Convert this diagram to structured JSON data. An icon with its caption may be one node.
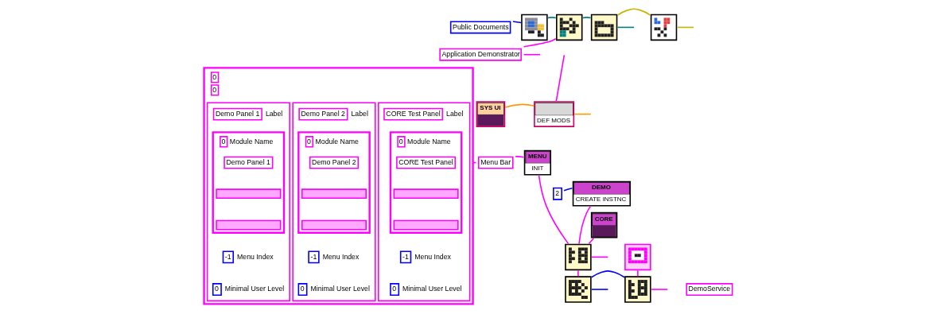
{
  "diagram": {
    "nodes": [
      {
        "text": [
          "0",
          "0"
        ]
      },
      {
        "text": [],
        "shape": "box",
        "in": 0
      },
      {
        "text": [
          "Demo Panel 1"
        ],
        "beside": [
          "Label"
        ],
        "in": 1
      },
      {
        "text": [
          "0"
        ],
        "beside": [
          "Module Name"
        ],
        "in": 1
      },
      {
        "text": [
          "Demo Panel 1"
        ],
        "in": 3
      },
      {
        "text": [],
        "shape": "box",
        "in": 3
      },
      {
        "text": [],
        "shape": "box",
        "in": 3
      },
      {
        "text": [
          "-1"
        ],
        "beside": [
          "Menu Index"
        ],
        "in": 1
      },
      {
        "text": [
          "0"
        ],
        "beside": [
          "Minimal User Level"
        ],
        "in": 1
      },
      {
        "text": [],
        "shape": "box",
        "in": 0
      },
      {
        "text": [
          "Demo Panel 2"
        ],
        "beside": [
          "Label"
        ],
        "in": 9
      },
      {
        "text": [
          "0"
        ],
        "beside": [
          "Module Name"
        ],
        "in": 9
      },
      {
        "text": [
          "Demo Panel 2"
        ],
        "in": 11
      },
      {
        "text": [],
        "shape": "box",
        "in": 11
      },
      {
        "text": [],
        "shape": "box",
        "in": 11
      },
      {
        "text": [
          "-1"
        ],
        "beside": [
          "Menu Index"
        ],
        "in": 9
      },
      {
        "text": [
          "0"
        ],
        "beside": [
          "Minimal User Level"
        ],
        "in": 9
      },
      {
        "text": [],
        "shape": "box",
        "in": 0
      },
      {
        "text": [
          "CORE Test Panel"
        ],
        "beside": [
          "Label"
        ],
        "in": 17
      },
      {
        "text": [
          "0"
        ],
        "beside": [
          "Module Name"
        ],
        "in": 17
      },
      {
        "text": [
          "CORE Test Panel"
        ],
        "in": 19
      },
      {
        "text": [],
        "shape": "box",
        "in": 19
      },
      {
        "text": [],
        "shape": "box",
        "in": 19
      },
      {
        "text": [
          "-1"
        ],
        "beside": [
          "Menu Index"
        ],
        "in": 17
      },
      {
        "text": [
          "0"
        ],
        "beside": [
          "Minimal User Level"
        ],
        "in": 17
      },
      {
        "text": [
          "Public Documents"
        ]
      },
      {
        "text": [],
        "shape": "picture"
      },
      {
        "text": [],
        "shape": "picture"
      },
      {
        "text": [],
        "shape": "picture"
      },
      {
        "text": [],
        "shape": "picture"
      },
      {
        "text": [
          "Application Demonstrator"
        ]
      },
      {
        "text": [
          "SYS UI"
        ]
      },
      {
        "text": [
          "DEF MODS"
        ]
      },
      {
        "text": [
          "Menu Bar"
        ]
      },
      {
        "text": [
          "MENU",
          "INIT"
        ]
      },
      {
        "text": [],
        "shape": "picture"
      },
      {
        "text": [],
        "shape": "picture"
      },
      {
        "text": [],
        "shape": "picture"
      },
      {
        "text": [],
        "shape": "picture"
      },
      {
        "text": [
          "2"
        ]
      },
      {
        "text": [
          "DEMO",
          "CREATE INSTNC"
        ]
      },
      {
        "text": [
          "DemoService"
        ]
      },
      {
        "text": [
          "CORE"
        ]
      }
    ],
    "edges": [
      {
        "from": 25,
        "to": 26,
        "arrow": "none",
        "color": "#0000ff"
      },
      {
        "from": 26,
        "to": 27,
        "arrow": "none",
        "color": "#008080"
      },
      {
        "from": 27,
        "to": 28,
        "arrow": "none",
        "color": "#008080"
      },
      {
        "from": 28,
        "to": null,
        "arrow": "none",
        "color": "#008080"
      },
      {
        "from": 28,
        "to": 29,
        "arrow": "none",
        "color": "#c8b400"
      },
      {
        "from": 29,
        "to": null,
        "arrow": "none",
        "color": "#c8b400"
      },
      {
        "from": 30,
        "to": 27,
        "arrow": "none"
      },
      {
        "from": 30,
        "to": null,
        "arrow": "none"
      },
      {
        "from": null,
        "to": 32,
        "arrow": "none"
      },
      {
        "from": 31,
        "to": 32,
        "arrow": "none",
        "color": "#ff9900"
      },
      {
        "from": 32,
        "to": null,
        "arrow": "none",
        "color": "#ff9900"
      },
      {
        "from": 0,
        "to": 33,
        "arrow": "none"
      },
      {
        "from": 33,
        "to": 34,
        "arrow": "none"
      },
      {
        "from": 34,
        "to": 35,
        "arrow": "none"
      },
      {
        "from": 39,
        "to": 40,
        "arrow": "none",
        "color": "#0000ff"
      },
      {
        "from": 40,
        "to": 35,
        "arrow": "none"
      },
      {
        "from": 42,
        "to": 35,
        "arrow": "none"
      },
      {
        "from": 35,
        "to": 36,
        "arrow": "none"
      },
      {
        "from": 35,
        "to": null,
        "arrow": "none"
      },
      {
        "from": 36,
        "to": 38,
        "arrow": "none",
        "color": "#0000ff"
      },
      {
        "from": 36,
        "to": null,
        "arrow": "none",
        "color": "#0000ff"
      },
      {
        "from": 37,
        "to": 38,
        "arrow": "none"
      },
      {
        "from": 38,
        "to": null,
        "arrow": "none"
      }
    ]
  }
}
